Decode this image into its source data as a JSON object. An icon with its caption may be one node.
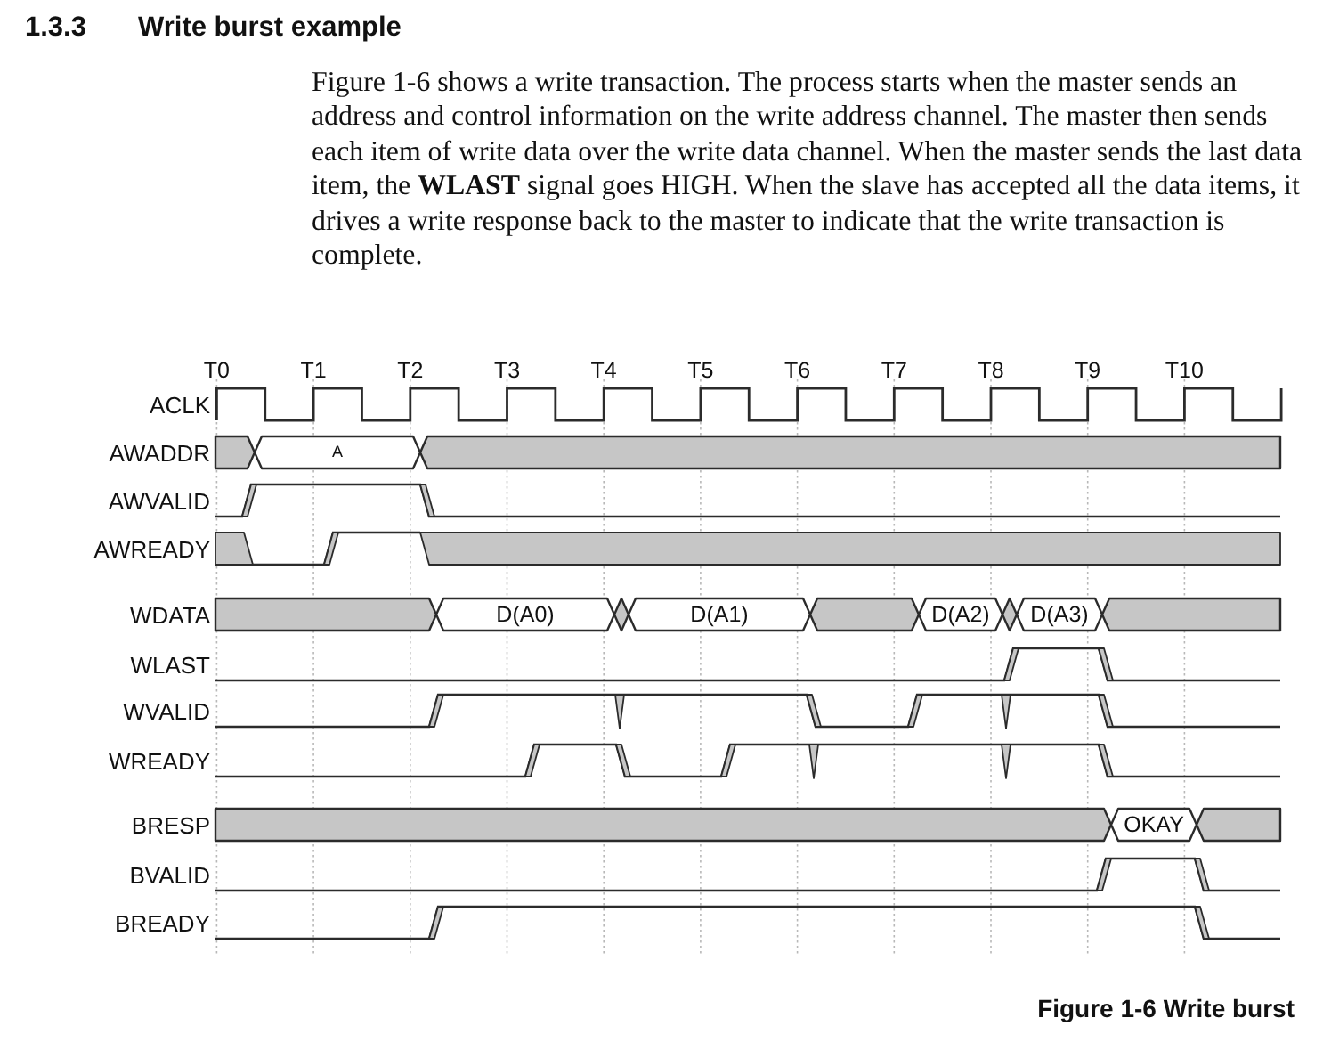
{
  "diagram": {
    "title": "Write burst example",
    "caption": "Figure 1-6 Write burst",
    "labels": [
      "1.3.3",
      "Figure 1-6 shows a write transaction. The process starts when the master sends an address and control information on the write address channel. The master then sends each item of write data over the write data channel. When the master sends the last data item, the **WLAST** signal goes HIGH. When the slave has accepted all the data items, it drives a write response back to the master to indicate that the write transaction is complete.",
      "T0",
      "T1",
      "T2",
      "T3",
      "T4",
      "T5",
      "T6",
      "T7",
      "T8",
      "T9",
      "T10",
      "ACLK",
      "AWADDR",
      "A",
      "AWVALID",
      "AWREADY",
      "WDATA",
      "D(A0)",
      "D(A1)",
      "D(A2)",
      "D(A3)",
      "WLAST",
      "WVALID",
      "WREADY",
      "BRESP",
      "OKAY",
      "BVALID",
      "BREADY"
    ]
  }
}
